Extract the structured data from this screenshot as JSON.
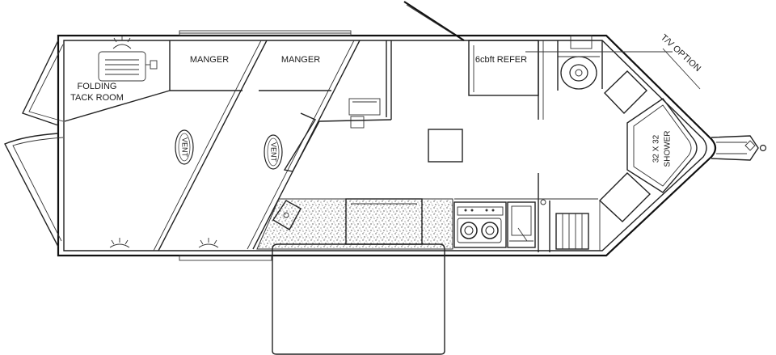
{
  "floorplan": {
    "labels": {
      "folding_tack_room_line1": "FOLDING",
      "folding_tack_room_line2": "TACK ROOM",
      "manger_1": "MANGER",
      "manger_2": "MANGER",
      "refer": "6cbft REFER",
      "tv_option": "T/V OPTION",
      "shower_line1": "32 X 32",
      "shower_line2": "SHOWER",
      "vent_1": "VENT",
      "vent_2": "VENT"
    },
    "colors": {
      "line": "#222222",
      "background": "#ffffff",
      "counter_speckle": "#bdbdbd"
    }
  }
}
